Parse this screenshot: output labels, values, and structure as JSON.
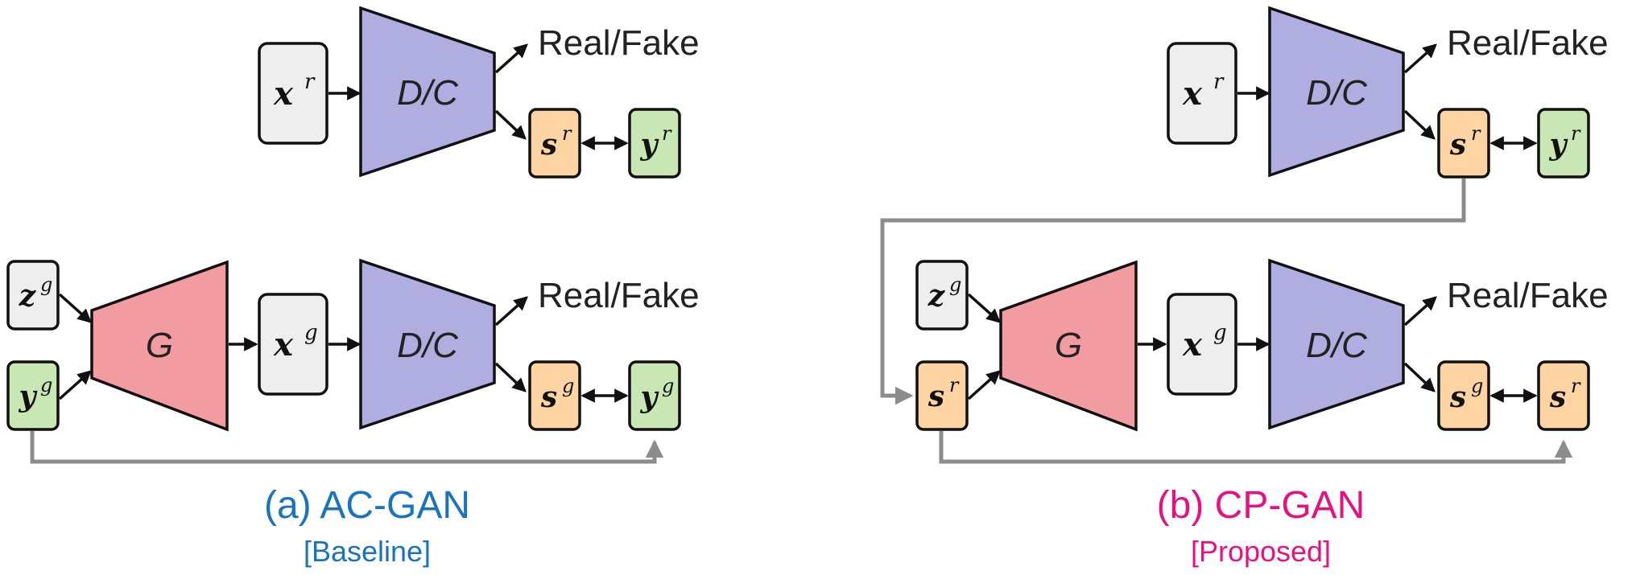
{
  "colors": {
    "input_gray": "#eeeeee",
    "score_orange": "#fdd4a2",
    "label_green": "#c9e7b5",
    "discriminator_purple": "#b0ade0",
    "generator_red": "#f29ca2",
    "caption_a": "#1a73bd",
    "caption_b": "#e8117f",
    "connector_gray": "#8c8c8c"
  },
  "panel_a": {
    "top": {
      "input": {
        "base": "x",
        "sup": "r"
      },
      "discriminator": "D/C",
      "output": "Real/Fake",
      "score": {
        "base": "s",
        "sup": "r"
      },
      "label": {
        "base": "y",
        "sup": "r"
      }
    },
    "bottom": {
      "noise": {
        "base": "z",
        "sup": "g"
      },
      "cond": {
        "base": "y",
        "sup": "g"
      },
      "generator": "G",
      "generated": {
        "base": "x",
        "sup": "g"
      },
      "discriminator": "D/C",
      "output": "Real/Fake",
      "score": {
        "base": "s",
        "sup": "g"
      },
      "target": {
        "base": "y",
        "sup": "g"
      }
    },
    "caption": "(a) AC-GAN",
    "subcaption": "[Baseline]"
  },
  "panel_b": {
    "top": {
      "input": {
        "base": "x",
        "sup": "r"
      },
      "discriminator": "D/C",
      "output": "Real/Fake",
      "score": {
        "base": "s",
        "sup": "r"
      },
      "label": {
        "base": "y",
        "sup": "r"
      }
    },
    "bottom": {
      "noise": {
        "base": "z",
        "sup": "g"
      },
      "cond": {
        "base": "s",
        "sup": "r"
      },
      "generator": "G",
      "generated": {
        "base": "x",
        "sup": "g"
      },
      "discriminator": "D/C",
      "output": "Real/Fake",
      "score": {
        "base": "s",
        "sup": "g"
      },
      "target": {
        "base": "s",
        "sup": "r"
      }
    },
    "caption": "(b) CP-GAN",
    "subcaption": "[Proposed]"
  }
}
